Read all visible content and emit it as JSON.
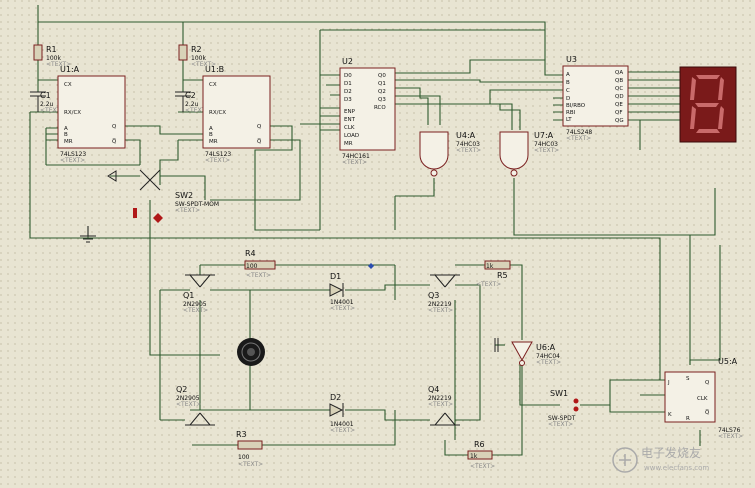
{
  "components": {
    "placeholder": "<TEXT>",
    "r1": {
      "name": "R1",
      "value": "100k"
    },
    "r2": {
      "name": "R2",
      "value": "100k"
    },
    "c1": {
      "name": "C1",
      "value": "2.2u"
    },
    "c2": {
      "name": "C2",
      "value": "2.2u"
    },
    "u1a": {
      "name": "U1:A",
      "part": "74LS123",
      "pins": [
        "CX",
        "RX/CX",
        "A",
        "B",
        "MR",
        "Q",
        "Q̅"
      ]
    },
    "u1b": {
      "name": "U1:B",
      "part": "74LS123",
      "pins": [
        "CX",
        "RX/CX",
        "A",
        "B",
        "MR",
        "Q",
        "Q̅"
      ]
    },
    "u2": {
      "name": "U2",
      "part": "74HC161",
      "pins": [
        "D0",
        "D1",
        "D2",
        "D3",
        "ENP",
        "ENT",
        "CLK",
        "LOAD",
        "MR",
        "Q0",
        "Q1",
        "Q2",
        "Q3",
        "RCO"
      ]
    },
    "u3": {
      "name": "U3",
      "part": "74LS248",
      "pins": [
        "A",
        "B",
        "C",
        "D",
        "BI/RBO",
        "RBI",
        "LT",
        "QA",
        "QB",
        "QC",
        "QD",
        "QE",
        "QF",
        "QG"
      ]
    },
    "u4a": {
      "name": "U4:A",
      "part": "74HC03"
    },
    "u7a": {
      "name": "U7:A",
      "part": "74HC03"
    },
    "sw2": {
      "name": "SW2",
      "part": "SW-SPDT-MOM"
    },
    "r4": {
      "name": "R4",
      "value": "100"
    },
    "r3": {
      "name": "R3",
      "value": "100"
    },
    "r5": {
      "name": "R5",
      "value": "1k"
    },
    "r6": {
      "name": "R6",
      "value": "1k"
    },
    "q1": {
      "name": "Q1",
      "part": "2N2905"
    },
    "q2": {
      "name": "Q2",
      "part": "2N2905"
    },
    "q3": {
      "name": "Q3",
      "part": "2N2219"
    },
    "q4": {
      "name": "Q4",
      "part": "2N2219"
    },
    "d1": {
      "name": "D1",
      "part": "1N4001"
    },
    "d2": {
      "name": "D2",
      "part": "1N4001"
    },
    "u6a": {
      "name": "U6:A",
      "part": "74HC04"
    },
    "sw1": {
      "name": "SW1",
      "part": "SW-SPDT"
    },
    "u5a": {
      "name": "U5:A",
      "part": "74LS76",
      "pins": [
        "J",
        "K",
        "S",
        "R",
        "CLK",
        "Q",
        "Q̅"
      ]
    }
  },
  "watermark": {
    "name": "电子发烧友",
    "url": "www.elecfans.com"
  }
}
